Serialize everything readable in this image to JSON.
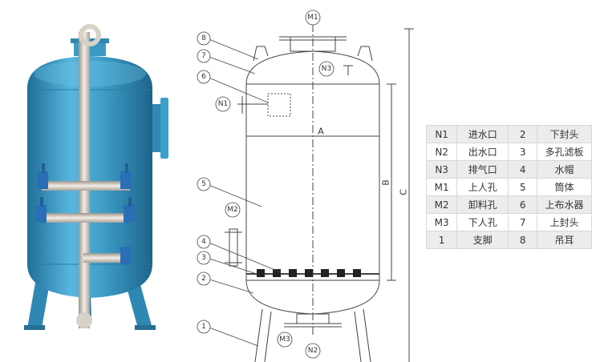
{
  "drawing": {
    "callouts": [
      {
        "id": "m1",
        "text": "M1"
      },
      {
        "id": "n1",
        "text": "N1"
      },
      {
        "id": "n2",
        "text": "N2"
      },
      {
        "id": "n3",
        "text": "N3"
      },
      {
        "id": "m2",
        "text": "M2"
      },
      {
        "id": "m3",
        "text": "M3"
      },
      {
        "id": "p1",
        "text": "1"
      },
      {
        "id": "p2",
        "text": "2"
      },
      {
        "id": "p3",
        "text": "3"
      },
      {
        "id": "p4",
        "text": "4"
      },
      {
        "id": "p5",
        "text": "5"
      },
      {
        "id": "p6",
        "text": "6"
      },
      {
        "id": "p7",
        "text": "7"
      },
      {
        "id": "p8",
        "text": "8"
      }
    ],
    "dimensions": {
      "a": "A",
      "b": "B",
      "c": "C"
    }
  },
  "legend": {
    "rows": [
      {
        "code": "N1",
        "name": "进水口",
        "num": "2",
        "part": "下封头"
      },
      {
        "code": "N2",
        "name": "出水口",
        "num": "3",
        "part": "多孔滤板"
      },
      {
        "code": "N3",
        "name": "排气口",
        "num": "4",
        "part": "水帽"
      },
      {
        "code": "M1",
        "name": "上人孔",
        "num": "5",
        "part": "筒体"
      },
      {
        "code": "M2",
        "name": "卸料孔",
        "num": "6",
        "part": "上布水器"
      },
      {
        "code": "M3",
        "name": "下人孔",
        "num": "7",
        "part": "上封头"
      },
      {
        "code": "1",
        "name": "支脚",
        "num": "8",
        "part": "吊耳"
      }
    ]
  },
  "colors": {
    "tank": "#3f9ec8",
    "tank_dark": "#2a7aa3",
    "pipe": "#d9d2c8",
    "line": "#444444"
  }
}
